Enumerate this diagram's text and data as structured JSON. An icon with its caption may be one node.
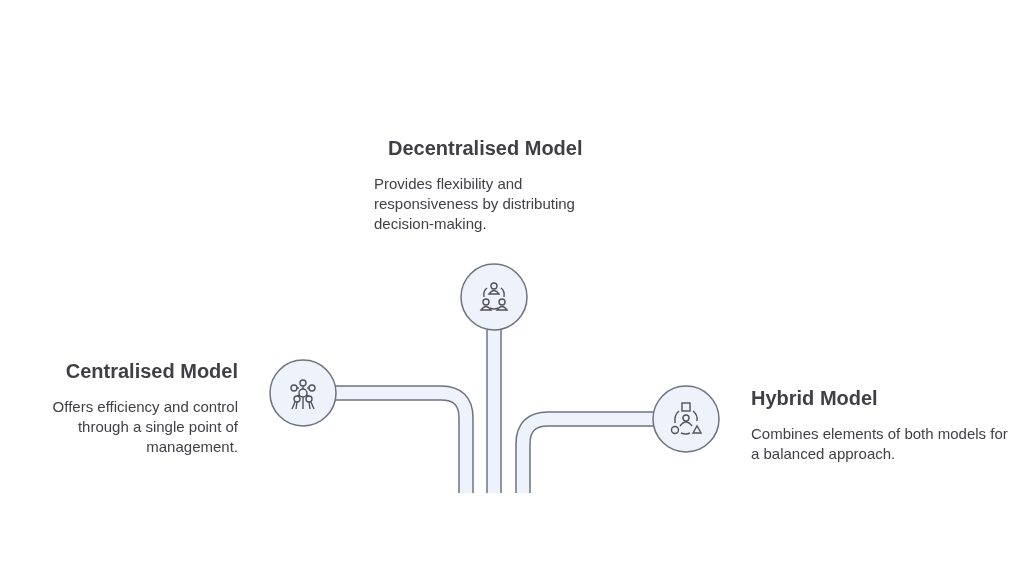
{
  "diagram": {
    "nodes": [
      {
        "text": [
          "Centralised Model",
          "Offers efficiency and control through a single point of management."
        ]
      },
      {
        "text": [
          "Decentralised Model",
          "Provides flexibility and responsiveness by distributing decision-making."
        ]
      },
      {
        "text": [
          "Hybrid Model",
          "Combines elements of both models for a balanced approach."
        ]
      }
    ]
  }
}
